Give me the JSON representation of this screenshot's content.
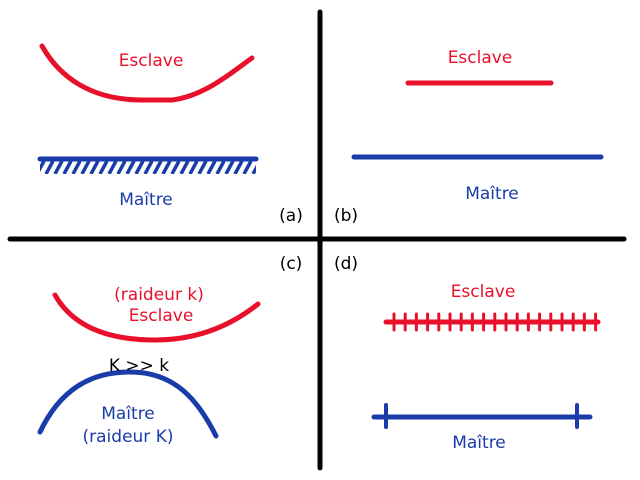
{
  "colors": {
    "slave": "#e8102a",
    "master": "#1a3ca8",
    "axes": "#000000"
  },
  "quadrant_a": {
    "slave_label": "Esclave",
    "master_label": "Maître",
    "tag": "(a)"
  },
  "quadrant_b": {
    "slave_label": "Esclave",
    "master_label": "Maître",
    "tag": "(b)"
  },
  "quadrant_c": {
    "slave_stiffness_label": "(raideur k)",
    "slave_label": "Esclave",
    "relation": "K >> k",
    "master_label": "Maître",
    "master_stiffness_label": "(raideur K)",
    "tag": "(c)"
  },
  "quadrant_d": {
    "slave_label": "Esclave",
    "master_label": "Maître",
    "tag": "(d)"
  }
}
